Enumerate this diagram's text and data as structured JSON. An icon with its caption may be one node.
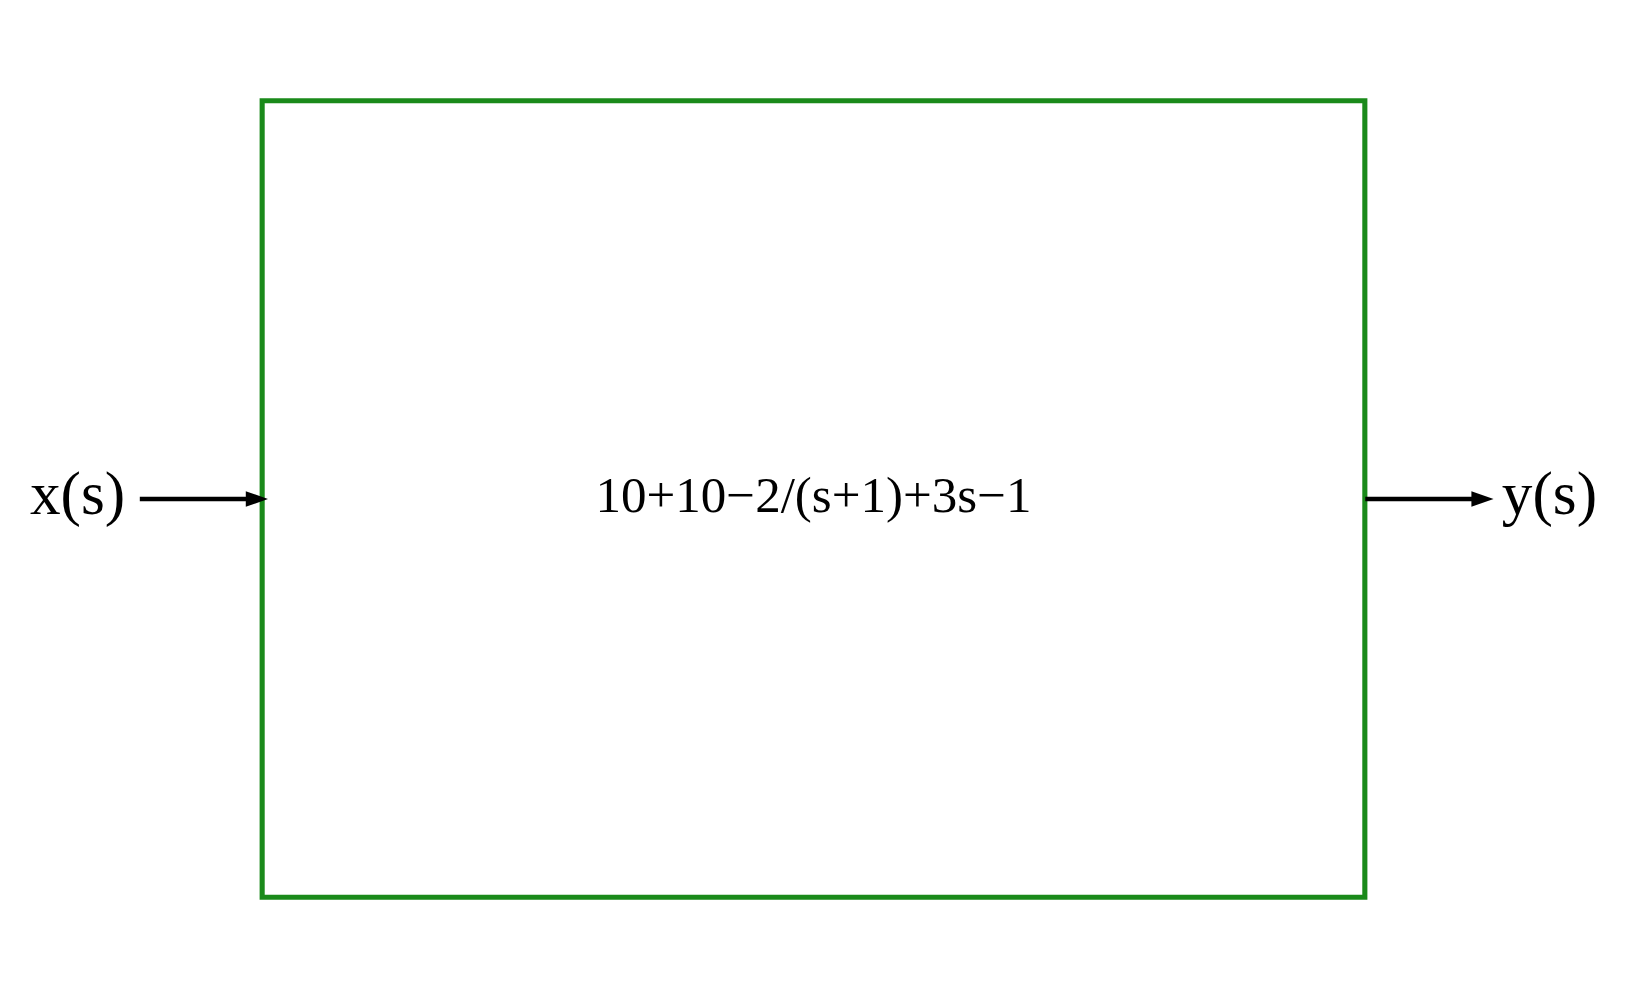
{
  "diagram": {
    "nodes": [
      {
        "text": [
          "x(s)"
        ]
      },
      {
        "text": [
          "10+10−2/(s+1)+3s−1"
        ]
      },
      {
        "text": [
          "y(s)"
        ]
      }
    ],
    "edges": [
      {
        "from": 0,
        "to": 1,
        "arrow": "to"
      },
      {
        "from": 1,
        "to": 2,
        "arrow": "to"
      }
    ]
  }
}
